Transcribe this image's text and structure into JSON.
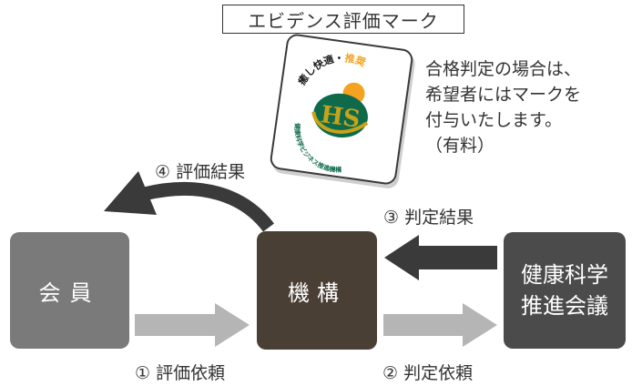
{
  "title": "エビデンス評価マーク",
  "badge": {
    "top_text": "癒し快適・",
    "top_text_accent": "推奨",
    "logo_text": "HS",
    "bottom_text": "健康科学ビジネス推進機構",
    "colors": {
      "green": "#0e6a4a",
      "gold": "#c7a31a",
      "orange": "#f3a320"
    }
  },
  "note": {
    "lines": [
      "合格判定の場合は、",
      "希望者にはマークを",
      "付与いたします。",
      "（有料）"
    ]
  },
  "nodes": {
    "member": "会員",
    "org": "機構",
    "council_line1": "健康科学",
    "council_line2": "推進会議"
  },
  "steps": {
    "step1": "① 評価依頼",
    "step2": "② 判定依頼",
    "step3": "③ 判定結果",
    "step4": "④ 評価結果"
  },
  "colors": {
    "member": "#7a7a7a",
    "org": "#4a3f35",
    "council": "#4b4b4b",
    "light_arrow": "#b5b5b5",
    "dark_arrow": "#3a3a3a"
  }
}
